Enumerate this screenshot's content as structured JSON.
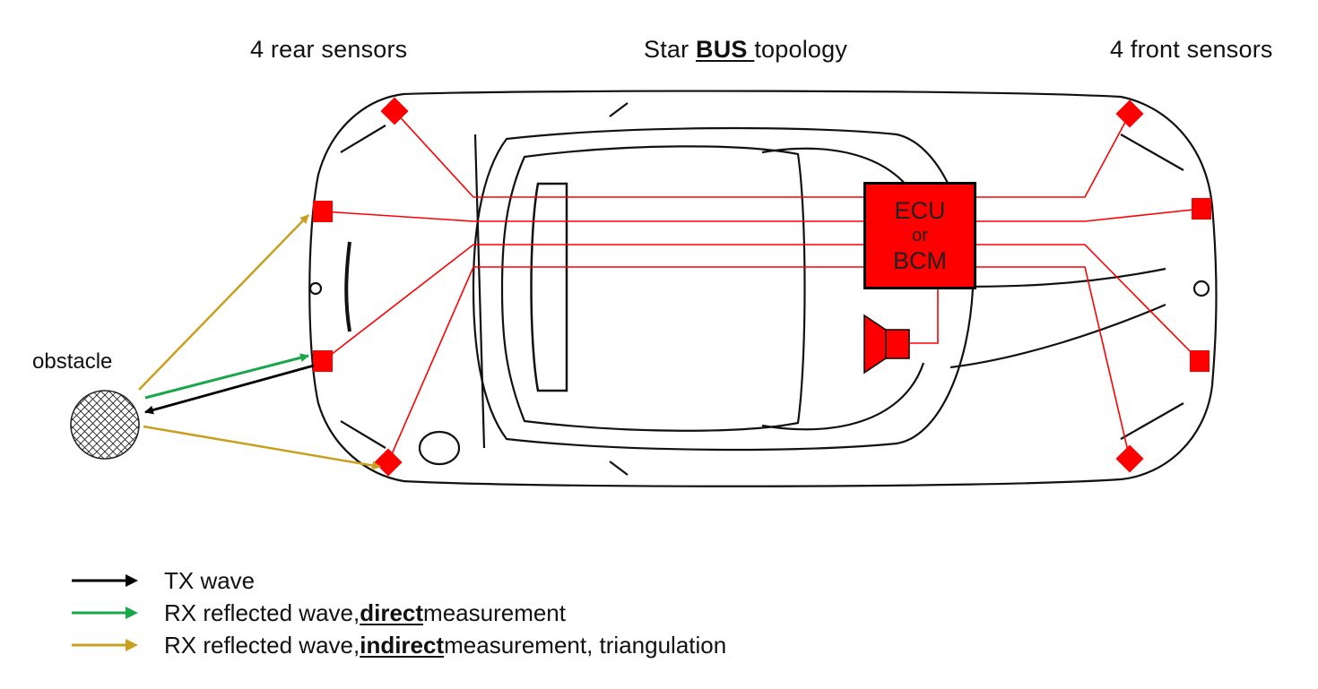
{
  "headers": {
    "rear": "4 rear sensors",
    "topology_prefix": "Star ",
    "topology_bus": "BUS ",
    "topology_suffix": "topology",
    "front": "4 front sensors"
  },
  "obstacle_label": "obstacle",
  "ecu": {
    "line1": "ECU",
    "line2": "or",
    "line3": "BCM"
  },
  "colors": {
    "bus": "#ff0000",
    "tx": "#000000",
    "rx_direct": "#1aa64a",
    "rx_indirect": "#c8a020"
  },
  "legend": [
    {
      "arrow": "tx",
      "pre": "TX wave",
      "em": "",
      "post": ""
    },
    {
      "arrow": "rx_direct",
      "pre": "RX reflected wave, ",
      "em": "direct",
      "post": " measurement"
    },
    {
      "arrow": "rx_indirect",
      "pre": "RX reflected wave, ",
      "em": "indirect",
      "post": " measurement, triangulation"
    }
  ]
}
